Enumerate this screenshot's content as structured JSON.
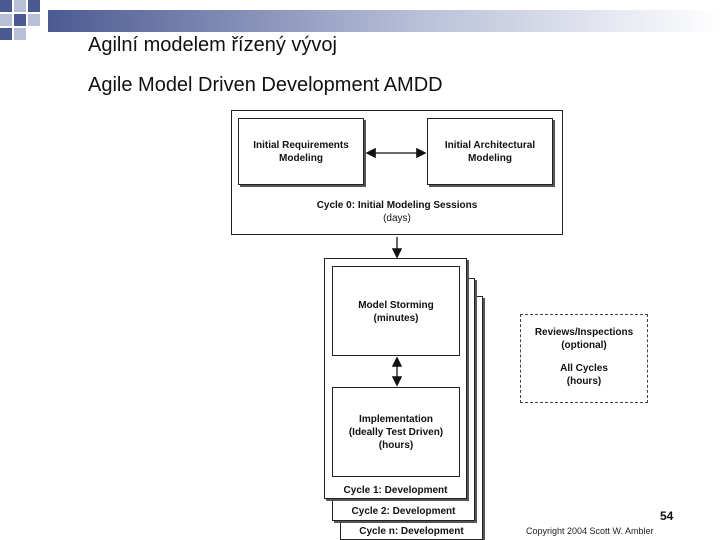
{
  "slide": {
    "title_cz": "Agilní modelem řízený vývoj",
    "title_en": "Agile Model Driven Development AMDD",
    "page_number": "54"
  },
  "diagram": {
    "cycle0": {
      "req_l1": "Initial Requirements",
      "req_l2": "Modeling",
      "arch_l1": "Initial Architectural",
      "arch_l2": "Modeling",
      "sessions_l1": "Cycle 0: Initial Modeling Sessions",
      "sessions_l2": "(days)"
    },
    "storming_l1": "Model Storming",
    "storming_l2": "(minutes)",
    "impl_l1": "Implementation",
    "impl_l2": "(Ideally Test Driven)",
    "impl_l3": "(hours)",
    "cycle1": "Cycle 1: Development",
    "cycle2": "Cycle 2: Development",
    "cyclen": "Cycle n: Development",
    "reviews_l1": "Reviews/Inspections",
    "reviews_l2": "(optional)",
    "reviews_l3": "All Cycles",
    "reviews_l4": "(hours)",
    "copyright": "Copyright 2004 Scott W. Ambler"
  }
}
